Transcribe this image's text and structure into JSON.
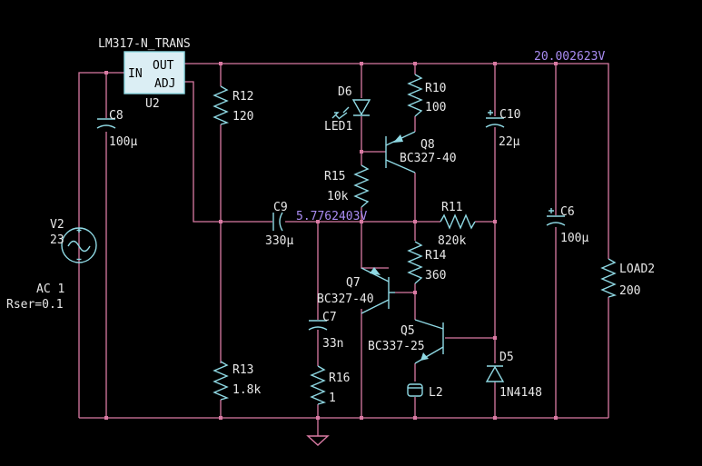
{
  "colors": {
    "background": "#000000",
    "wire": "#d97aa3",
    "component": "#8fd9e4",
    "text": "#e8e8e8",
    "probe": "#a98cf2"
  },
  "regulator": {
    "name": "LM317-N_TRANS",
    "ref": "U2",
    "pin_in": "IN",
    "pin_out": "OUT",
    "pin_adj": "ADJ"
  },
  "probes": {
    "output": "20.002623V",
    "mid": "5.7762403V"
  },
  "source": {
    "ref": "V2",
    "value": "23",
    "type": "AC 1",
    "rser": "Rser=0.1"
  },
  "capacitors": {
    "c8": {
      "ref": "C8",
      "value": "100µ"
    },
    "c9": {
      "ref": "C9",
      "value": "330µ"
    },
    "c10": {
      "ref": "C10",
      "value": "22µ"
    },
    "c6": {
      "ref": "C6",
      "value": "100µ"
    },
    "c7": {
      "ref": "C7",
      "value": "33n"
    }
  },
  "resistors": {
    "r12": {
      "ref": "R12",
      "value": "120"
    },
    "r13": {
      "ref": "R13",
      "value": "1.8k"
    },
    "r10": {
      "ref": "R10",
      "value": "100"
    },
    "r15": {
      "ref": "R15",
      "value": "10k"
    },
    "r11": {
      "ref": "R11",
      "value": "820k"
    },
    "r14": {
      "ref": "R14",
      "value": "360"
    },
    "r16": {
      "ref": "R16",
      "value": "1"
    },
    "load": {
      "ref": "LOAD2",
      "value": "200"
    }
  },
  "transistors": {
    "q8": {
      "ref": "Q8",
      "model": "BC327-40"
    },
    "q7": {
      "ref": "Q7",
      "model": "BC327-40"
    },
    "q5": {
      "ref": "Q5",
      "model": "BC337-25"
    }
  },
  "diodes": {
    "d6": {
      "ref": "D6",
      "model": "LED1"
    },
    "d5": {
      "ref": "D5",
      "model": "1N4148"
    }
  },
  "inductor": {
    "ref": "L2"
  }
}
